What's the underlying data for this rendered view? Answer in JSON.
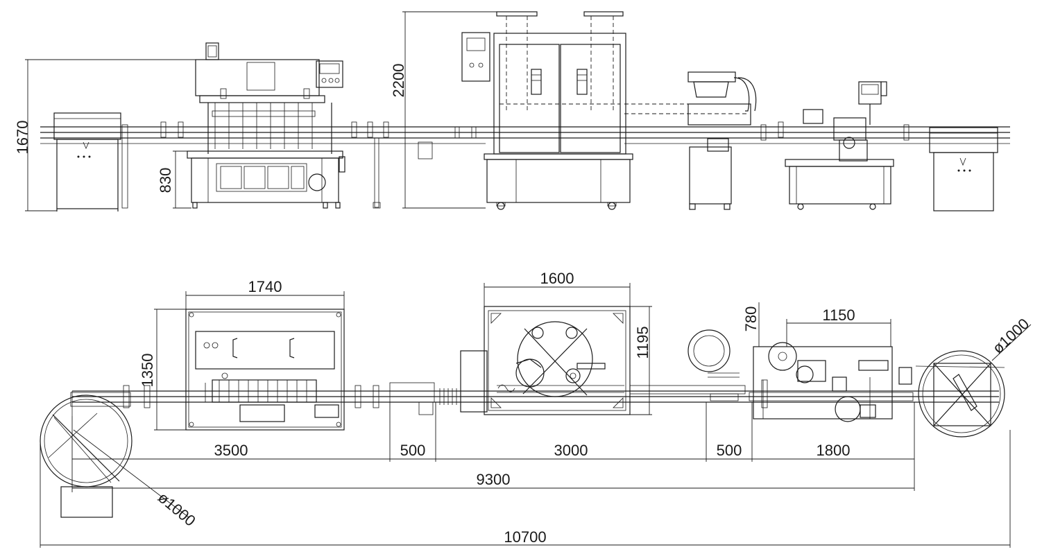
{
  "dimensions": {
    "side_height_overall": "1670",
    "side_table_height": "830",
    "side_capper_height": "2200",
    "top_filler_width": "1740",
    "top_filler_depth": "1350",
    "top_capper_width": "1600",
    "top_capper_depth": "1195",
    "top_labeler_offset": "780",
    "top_labeler_width": "1150",
    "seg_filler": "3500",
    "seg_gap1": "500",
    "seg_capper": "3000",
    "seg_gap2": "500",
    "seg_labeler": "1800",
    "length_main": "9300",
    "length_total": "10700",
    "turntable_right": "ø1000",
    "turntable_left": "ø1000"
  }
}
